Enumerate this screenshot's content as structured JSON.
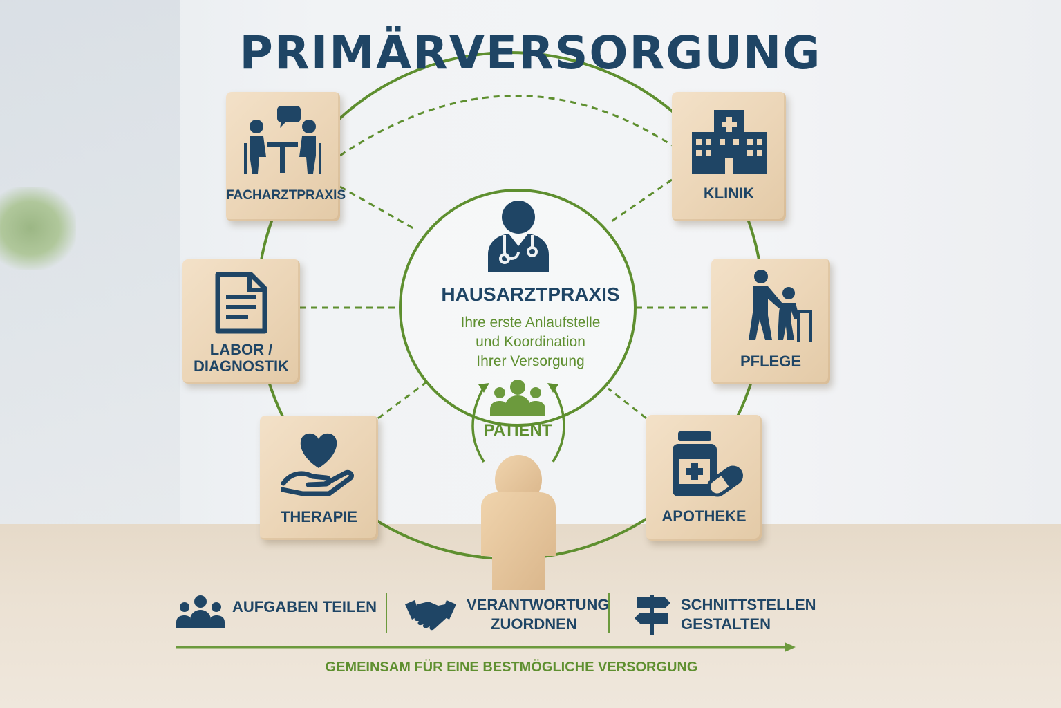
{
  "title": "PRIMÄRVERSORGUNG",
  "center": {
    "title": "HAUSARZTPRAXIS",
    "subtitle_lines": [
      "Ihre erste Anlaufstelle",
      "und Koordination",
      "Ihrer Versorgung"
    ],
    "patient_label": "PATIENT"
  },
  "blocks": {
    "facharzt": {
      "label": "FACHARZTPRAXIS",
      "icon": "consultation-icon"
    },
    "klinik": {
      "label": "KLINIK",
      "icon": "hospital-icon"
    },
    "labor": {
      "label_lines": [
        "LABOR /",
        "DIAGNOSTIK"
      ],
      "icon": "document-icon"
    },
    "pflege": {
      "label": "PFLEGE",
      "icon": "caregiver-icon"
    },
    "therapie": {
      "label": "THERAPIE",
      "icon": "heart-hand-icon"
    },
    "apotheke": {
      "label": "APOTHEKE",
      "icon": "medicine-icon"
    }
  },
  "footer": {
    "items": [
      {
        "lines": [
          "AUFGABEN TEILEN"
        ],
        "icon": "group-icon"
      },
      {
        "lines": [
          "VERANTWORTUNG",
          "ZUORDNEN"
        ],
        "icon": "handshake-icon"
      },
      {
        "lines": [
          "SCHNITTSTELLEN",
          "GESTALTEN"
        ],
        "icon": "signpost-icon"
      }
    ],
    "tagline": "GEMEINSAM FÜR EINE BESTMÖGLICHE VERSORGUNG"
  },
  "colors": {
    "navy": "#1f4565",
    "green": "#5e8f2f",
    "wood": "#ecd6b8"
  }
}
